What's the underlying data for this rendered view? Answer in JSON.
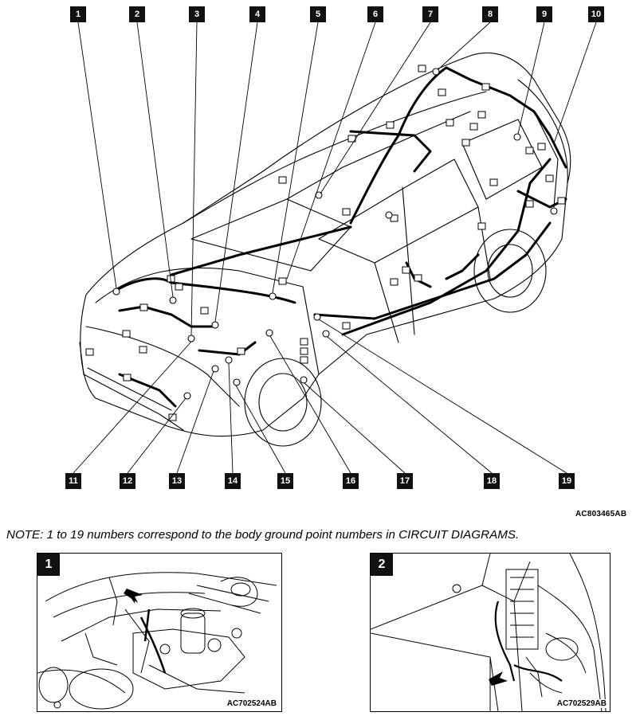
{
  "diagram": {
    "top_labels": [
      "1",
      "2",
      "3",
      "4",
      "5",
      "6",
      "7",
      "8",
      "9",
      "10"
    ],
    "bottom_labels": [
      "11",
      "12",
      "13",
      "14",
      "15",
      "16",
      "17",
      "18",
      "19"
    ],
    "ref_code": "AC803465AB"
  },
  "note": "NOTE: 1 to 19 numbers correspond to the body ground point numbers in CIRCUIT DIAGRAMS.",
  "insets": [
    {
      "label": "1",
      "ref_code": "AC702524AB"
    },
    {
      "label": "2",
      "ref_code": "AC702529AB"
    }
  ]
}
